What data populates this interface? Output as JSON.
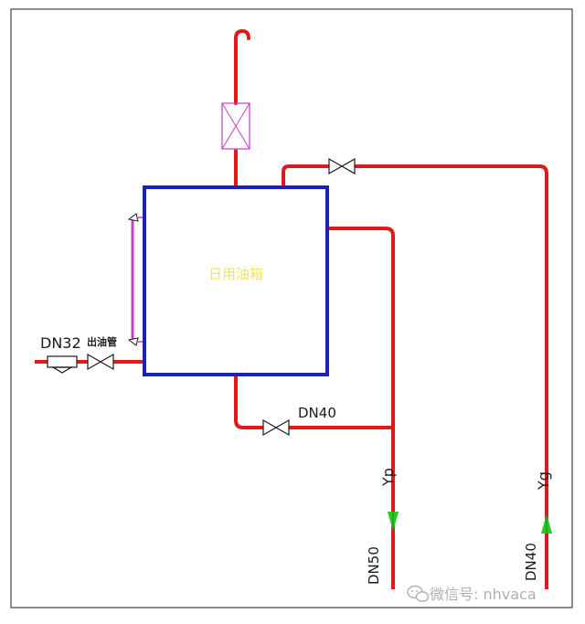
{
  "tank": {
    "label": "日用油箱",
    "label_color": "#f0e45a",
    "outline_color": "#1a1fc0"
  },
  "colors": {
    "pipe": "#e01a1a",
    "level_gauge": "#c040d0",
    "flow_arrow": "#22cc22",
    "vent_filter": "#c040c0",
    "frame": "#444444",
    "valve": "#1a1a1a"
  },
  "labels": {
    "outlet_size": "DN32",
    "outlet_pipe": "出油管",
    "overflow_size": "DN40",
    "return_line": "Yp",
    "return_size": "DN50",
    "supply_line": "Yg",
    "supply_size": "DN40"
  },
  "watermark": {
    "icon": "wechat-icon",
    "text": "微信号: nhvaca"
  }
}
